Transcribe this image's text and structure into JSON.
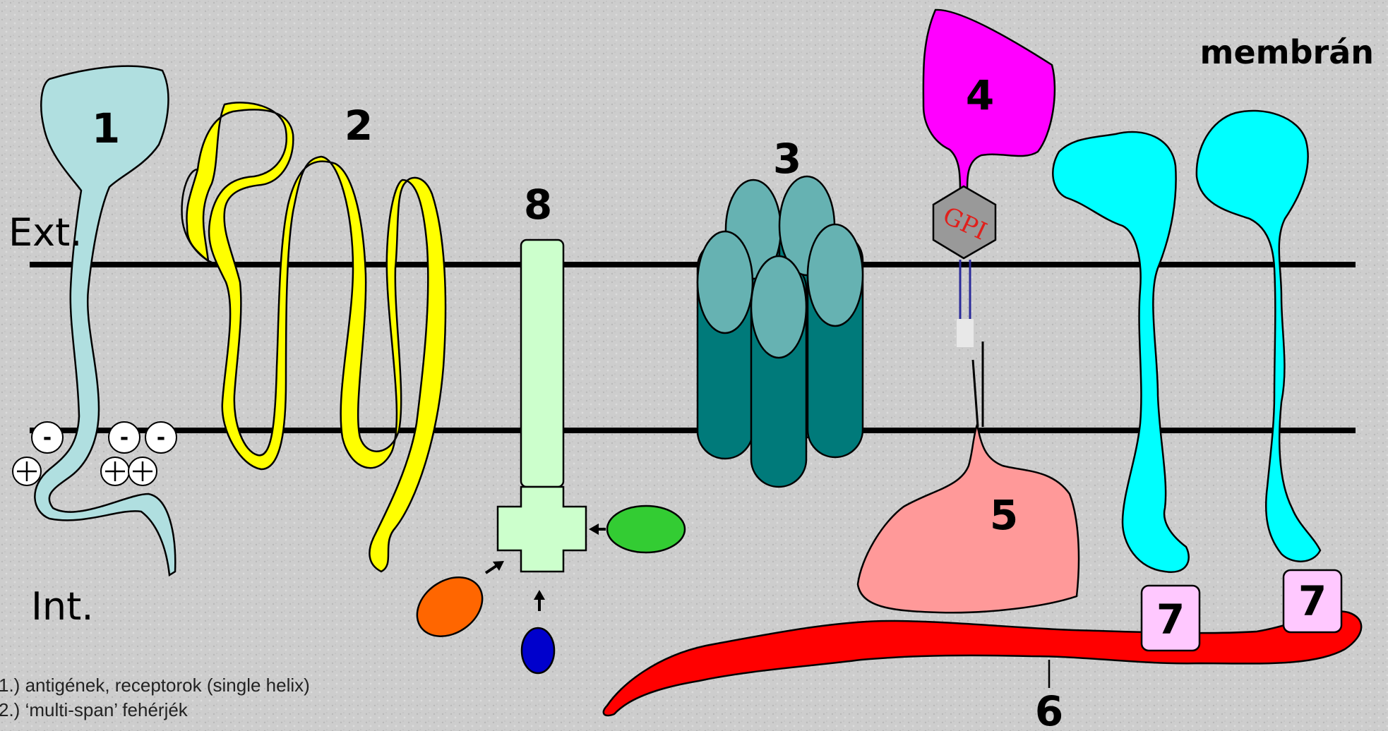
{
  "title": "membrán",
  "labels": {
    "extracellular": "Ext.",
    "intracellular": "Int.",
    "gpi": "GPI",
    "minus": "-",
    "plus": "+"
  },
  "proteins": [
    {
      "id": "1",
      "color": "#b0dfe0"
    },
    {
      "id": "2",
      "color": "#ffff00"
    },
    {
      "id": "3",
      "color": "#007a7a"
    },
    {
      "id": "4",
      "color": "#ff00ff"
    },
    {
      "id": "5",
      "color": "#ff9999"
    },
    {
      "id": "6",
      "color": "#ff0000"
    },
    {
      "id": "7",
      "color": "#ffc8ff"
    },
    {
      "id": "8",
      "color": "#ccffcc"
    }
  ],
  "legend": [
    "1.) antigének, receptorok (single helix)",
    "2.) ‘multi-span’ fehérjék"
  ],
  "colors": {
    "background": "#c9c9c9",
    "membrane_line": "#000000",
    "cyan_protein": "#00ffff",
    "ligand_orange": "#ff6600",
    "ligand_green": "#33cc33",
    "ligand_blue": "#0000cc"
  }
}
